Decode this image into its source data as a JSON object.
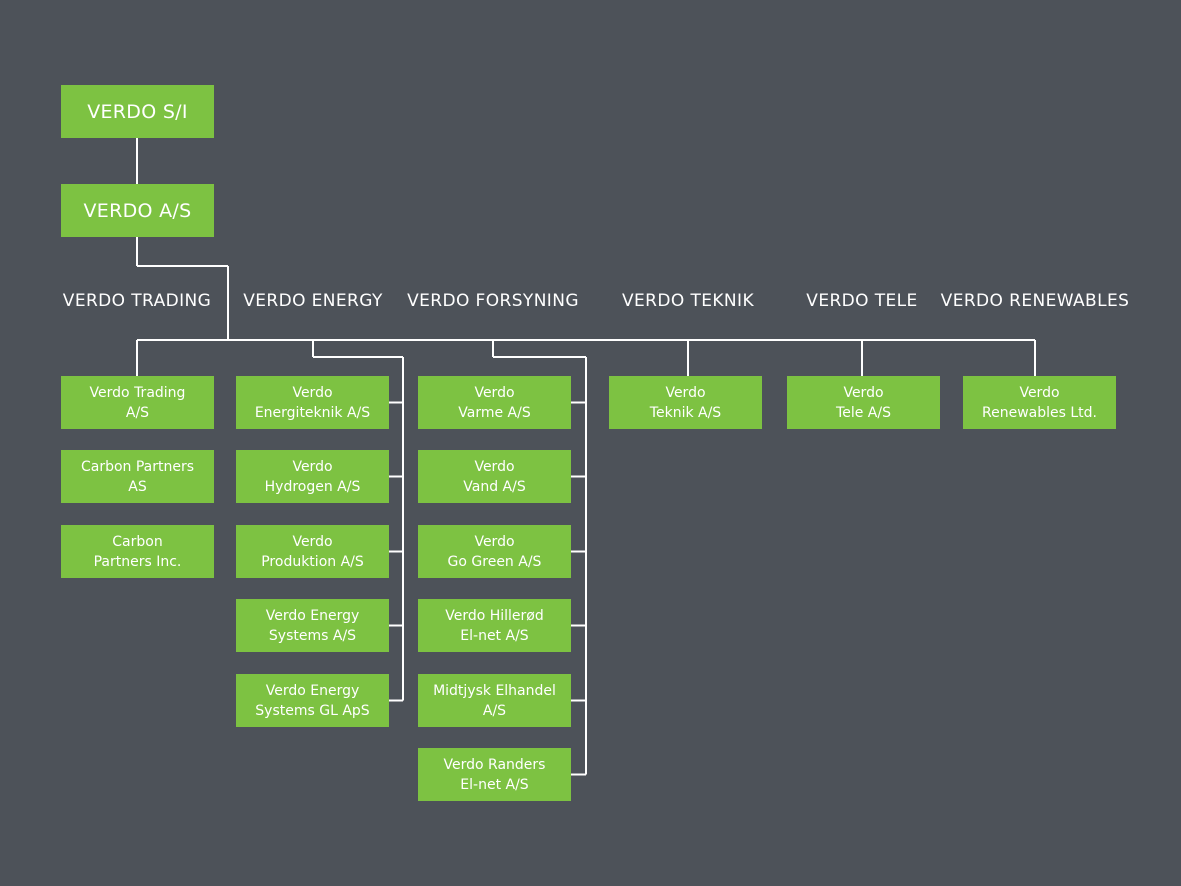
{
  "root": [
    "VERDO S/I",
    "VERDO A/S"
  ],
  "groups": [
    {
      "label": "VERDO TRADING",
      "companies": [
        "Verdo Trading\nA/S",
        "Carbon Partners\nAS",
        "Carbon\nPartners Inc."
      ]
    },
    {
      "label": "VERDO ENERGY",
      "companies": [
        "Verdo\nEnergiteknik A/S",
        "Verdo\nHydrogen A/S",
        "Verdo\nProduktion A/S",
        "Verdo Energy\nSystems A/S",
        "Verdo Energy\nSystems GL ApS"
      ]
    },
    {
      "label": "VERDO FORSYNING",
      "companies": [
        "Verdo\nVarme A/S",
        "Verdo\nVand A/S",
        "Verdo\nGo Green A/S",
        "Verdo Hillerød\nEl-net A/S",
        "Midtjysk Elhandel\nA/S",
        "Verdo Randers\nEl-net A/S"
      ]
    },
    {
      "label": "VERDO TEKNIK",
      "companies": [
        "Verdo\nTeknik A/S"
      ]
    },
    {
      "label": "VERDO TELE",
      "companies": [
        "Verdo\nTele A/S"
      ]
    },
    {
      "label": "VERDO RENEWABLES",
      "companies": [
        "Verdo\nRenewables Ltd."
      ]
    }
  ]
}
